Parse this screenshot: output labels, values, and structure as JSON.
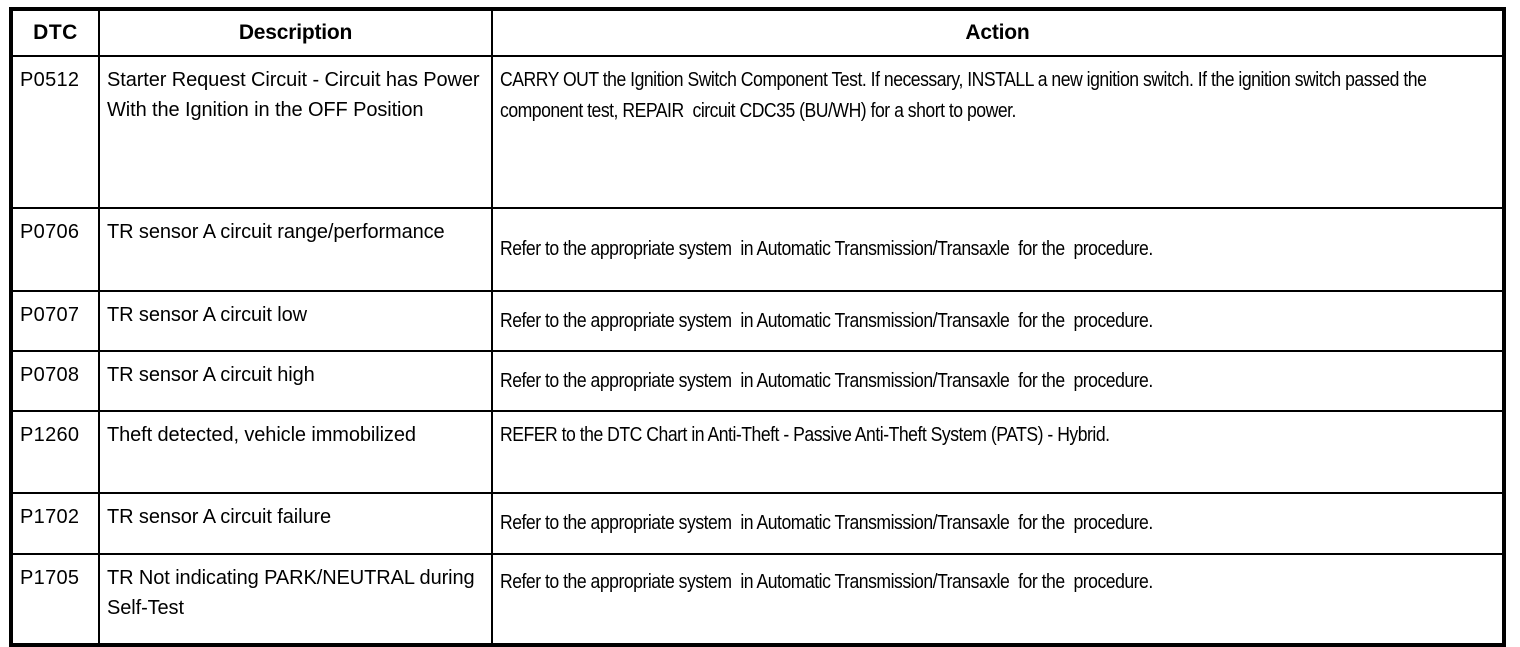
{
  "document": {
    "type": "dtc-diagnostic-trouble-code-chart"
  },
  "table": {
    "headers": {
      "dtc": "DTC",
      "description": "Description",
      "action": "Action"
    },
    "rows": [
      {
        "dtc": "P0512",
        "description": "Starter Request Circuit - Circuit has Power With the Ignition in the OFF Position",
        "action": "CARRY OUT the Ignition Switch Component Test. If necessary, INSTALL a new ignition switch. If the ignition switch passed the component test, REPAIR  circuit CDC35 (BU/WH) for a short to power."
      },
      {
        "dtc": "P0706",
        "description": "TR sensor A circuit range/performance",
        "action": "Refer to the appropriate system  in Automatic Transmission/Transaxle  for the  procedure."
      },
      {
        "dtc": "P0707",
        "description": "TR sensor A circuit low",
        "action": "Refer to the appropriate system  in Automatic Transmission/Transaxle  for the  procedure."
      },
      {
        "dtc": "P0708",
        "description": "TR sensor A circuit high",
        "action": "Refer to the appropriate system  in Automatic Transmission/Transaxle  for the  procedure."
      },
      {
        "dtc": "P1260",
        "description": "Theft detected, vehicle immobilized",
        "action": "REFER to the DTC Chart in Anti-Theft - Passive Anti-Theft System (PATS) - Hybrid."
      },
      {
        "dtc": "P1702",
        "description": "TR sensor A circuit failure",
        "action": "Refer to the appropriate system  in Automatic Transmission/Transaxle  for the  procedure."
      },
      {
        "dtc": "P1705",
        "description": "TR Not indicating PARK/NEUTRAL during Self-Test",
        "action": "Refer to the appropriate system  in Automatic Transmission/Transaxle  for the  procedure."
      }
    ]
  },
  "colors": {
    "background": "#ffffff",
    "text": "#000000",
    "border": "#000000"
  }
}
